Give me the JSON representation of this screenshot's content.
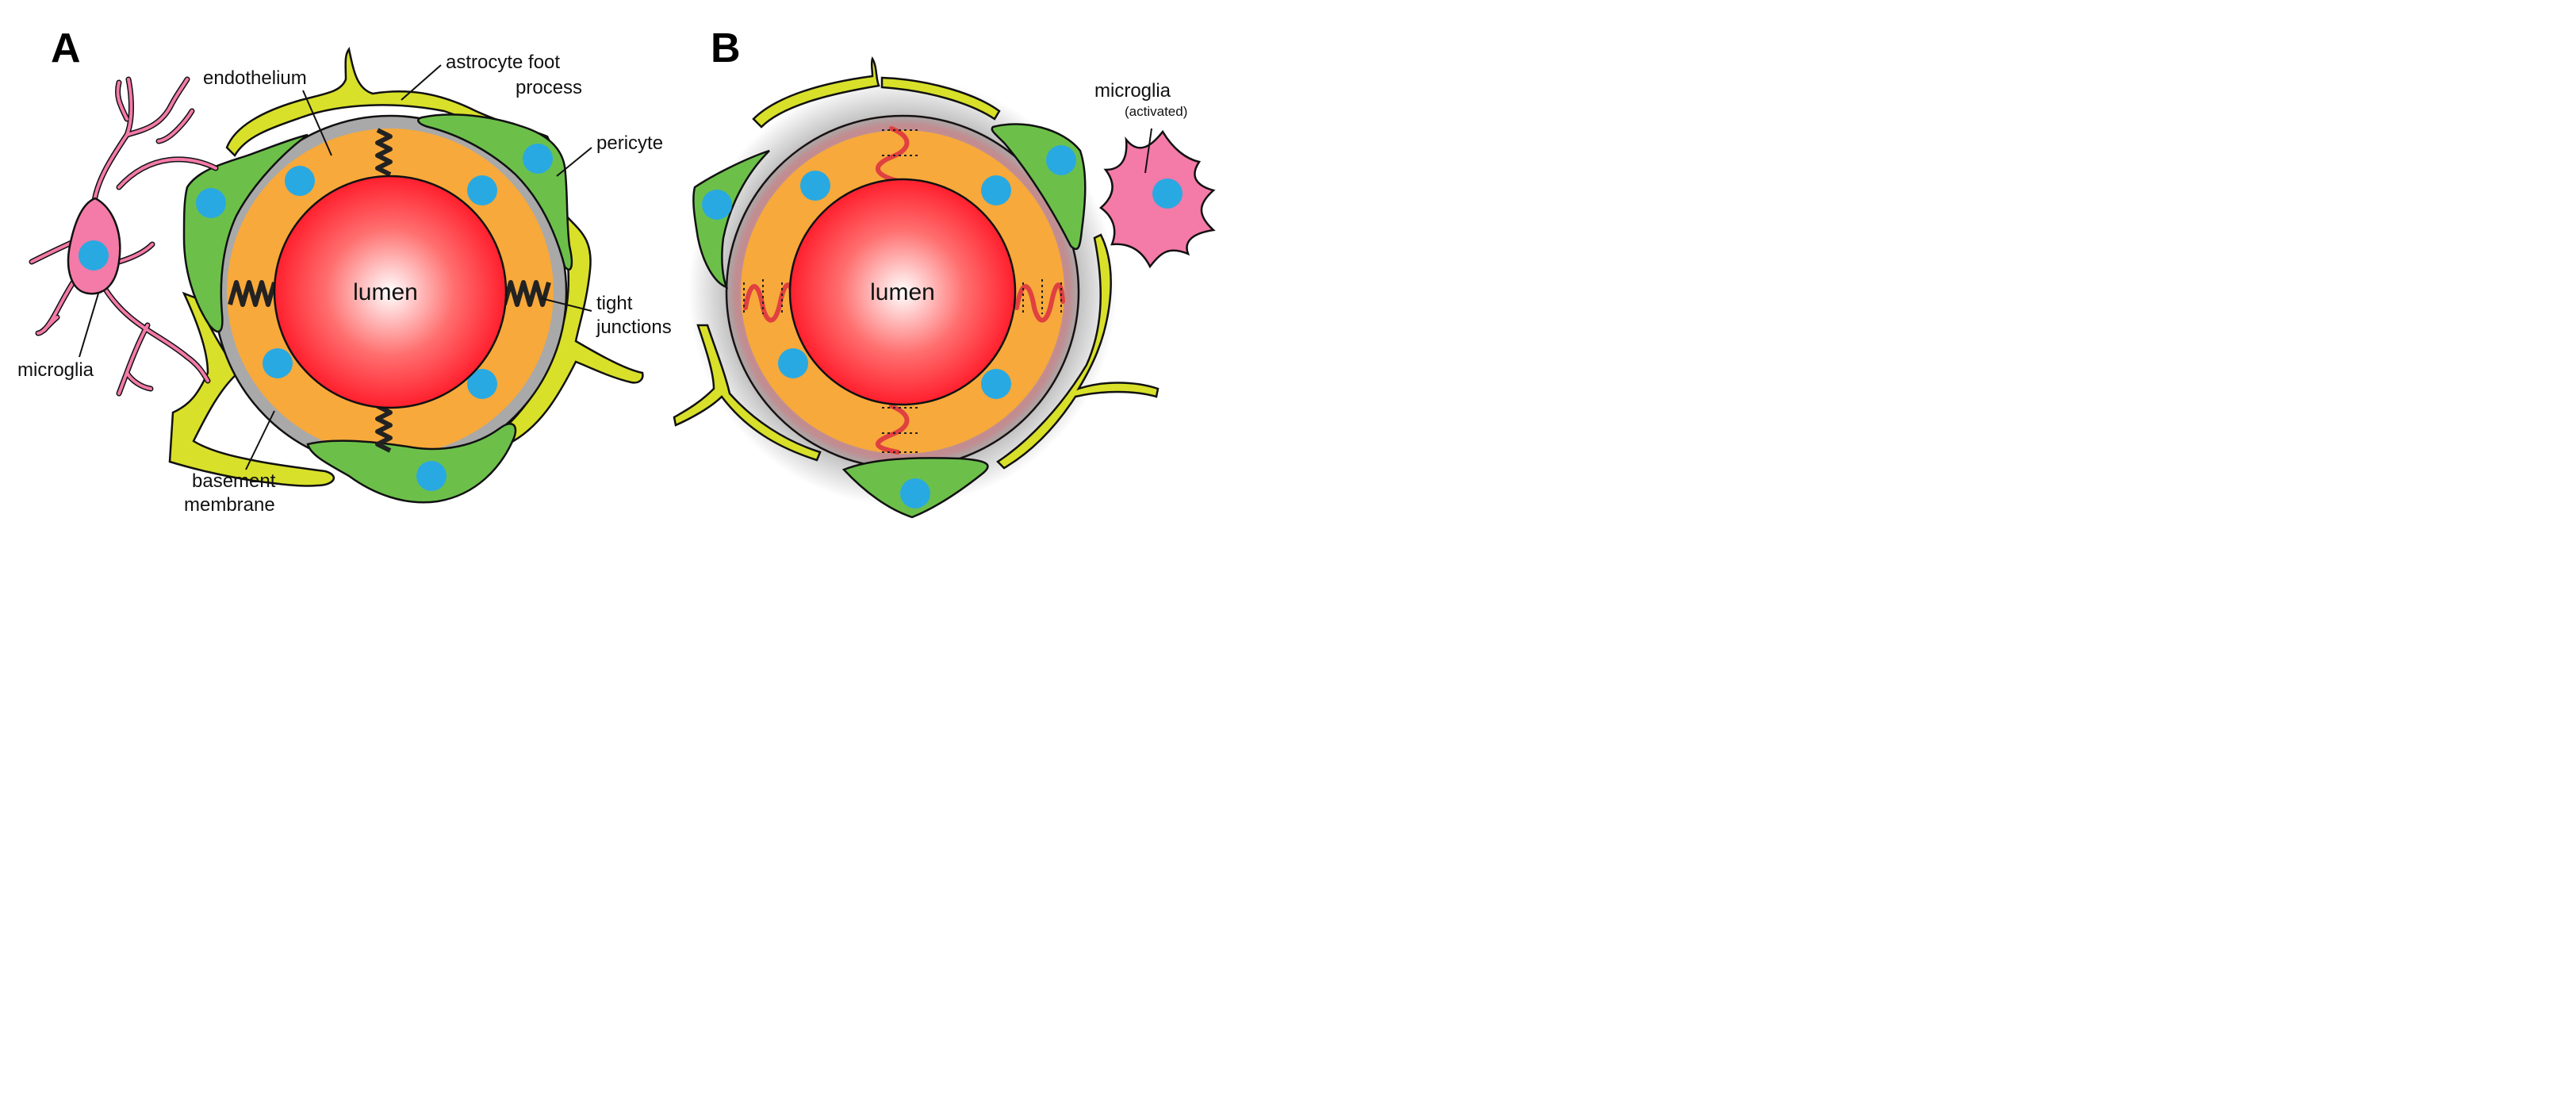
{
  "panels": [
    {
      "letter": "A",
      "lumen": "lumen",
      "labels": {
        "endothelium": "endothelium",
        "astrocyte_line1": "astrocyte foot",
        "astrocyte_line2": "process",
        "pericyte": "pericyte",
        "tight_line1": "tight",
        "tight_line2": "junctions",
        "microglia": "microglia",
        "basement_line1": "basement",
        "basement_line2": "membrane"
      }
    },
    {
      "letter": "B",
      "lumen": "lumen",
      "labels": {
        "microglia": "microglia",
        "microglia_state": "(activated)"
      }
    }
  ],
  "colors": {
    "astrocyte": "#d8e02a",
    "pericyte": "#6cc04a",
    "endothelium": "#f7a93b",
    "basement": "#a9a9a9",
    "lumen": "#ff1f2d",
    "nucleus": "#29a9e1",
    "microglia": "#f47aa8",
    "junction_intact": "#222222",
    "junction_broken": "#e04040"
  }
}
